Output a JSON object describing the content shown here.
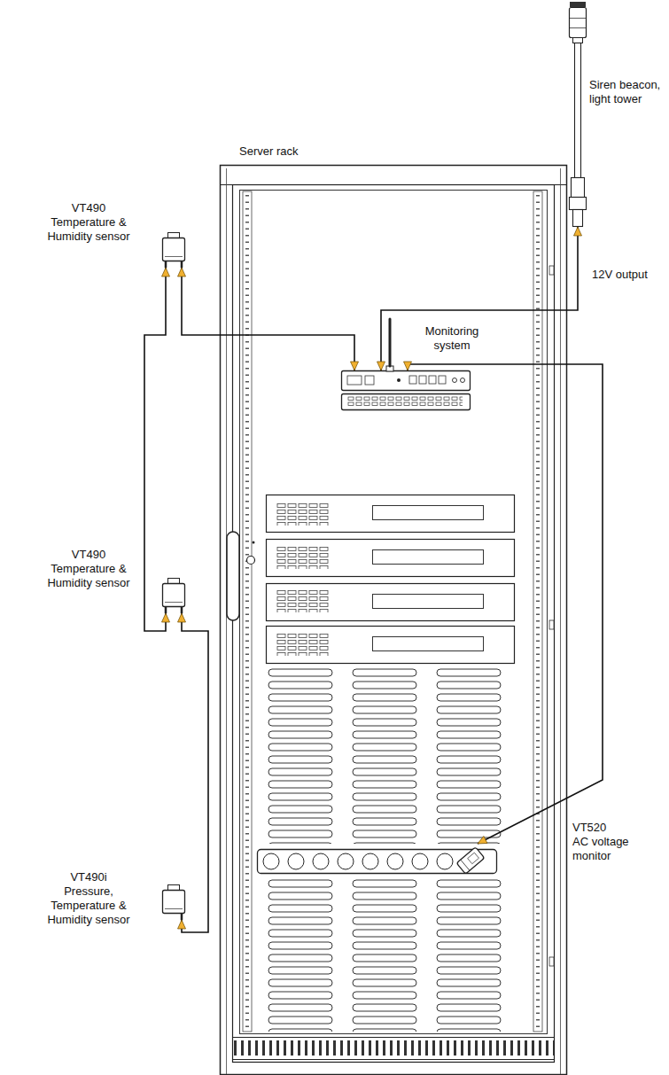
{
  "diagram": {
    "nodes": [
      {
        "text": [
          "Siren beacon, light tower"
        ]
      },
      {
        "text": [
          "Server rack"
        ]
      },
      {
        "text": [
          "VT490",
          "Temperature & Humidity sensor"
        ]
      },
      {
        "text": [
          "Monitoring system"
        ],
        "in": 1
      },
      {
        "text": [
          "VT490",
          "Temperature & Humidity sensor"
        ]
      },
      {
        "text": [
          "VT520",
          "AC voltage monitor"
        ],
        "in": 1
      },
      {
        "text": [
          "VT490i",
          "Pressure, Temperature & Humidity sensor"
        ]
      }
    ],
    "edges": [
      {
        "from": 2,
        "to": 3,
        "arrow": "both"
      },
      {
        "from": 3,
        "to": 0,
        "label": "12V output",
        "arrow": "both"
      },
      {
        "from": 3,
        "to": 5,
        "arrow": "both"
      },
      {
        "from": 2,
        "to": 4,
        "arrow": "both"
      },
      {
        "from": 4,
        "to": 6,
        "arrow": "both"
      }
    ]
  }
}
